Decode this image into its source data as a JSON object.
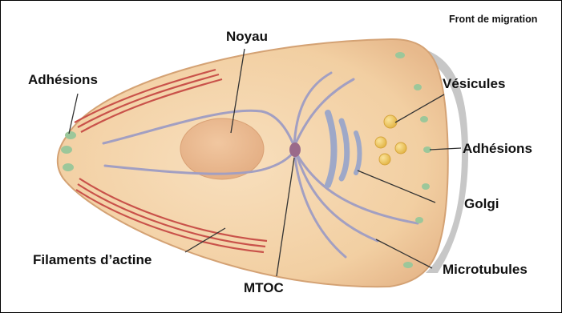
{
  "labels": {
    "front": "Front de migration",
    "noyau": "Noyau",
    "adhesions_left": "Adhésions",
    "vesicules": "Vésicules",
    "adhesions_right": "Adhésions",
    "golgi": "Golgi",
    "filaments": "Filaments d’actine",
    "microtubules": "Microtubules",
    "mtoc": "MTOC"
  },
  "colors": {
    "cytoplasm": "#f3d2a8",
    "cytoplasm_edge": "#d9a87a",
    "nucleus": "#e9b68b",
    "actin": "#c9524a",
    "microtubule": "#9a9ab8",
    "golgi": "#9ea8c8",
    "vesicle": "#f0c860",
    "adhesion": "#9cc79a",
    "mtoc": "#9a6a8a"
  }
}
